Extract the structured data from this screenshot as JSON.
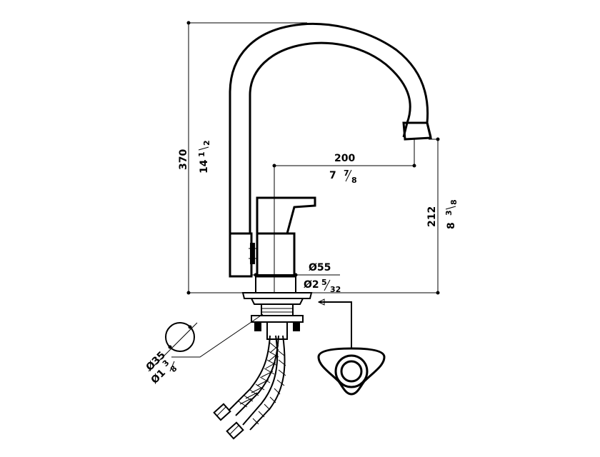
{
  "dimensions": {
    "height": {
      "metric": "370",
      "imperial_whole": "14",
      "imperial_num": "1",
      "imperial_den": "2"
    },
    "reach": {
      "metric": "200",
      "imperial_whole": "7",
      "imperial_num": "7",
      "imperial_den": "8"
    },
    "spout_height": {
      "metric": "212",
      "imperial_whole": "8",
      "imperial_num": "3",
      "imperial_den": "8"
    },
    "base_diameter": {
      "metric": "Ø55",
      "imperial_whole": "Ø2",
      "imperial_num": "5",
      "imperial_den": "32"
    },
    "hole_diameter": {
      "metric": "Ø35",
      "imperial_whole": "Ø1",
      "imperial_num": "3",
      "imperial_den": "8"
    }
  },
  "colors": {
    "line": "#000000",
    "background": "#ffffff"
  }
}
